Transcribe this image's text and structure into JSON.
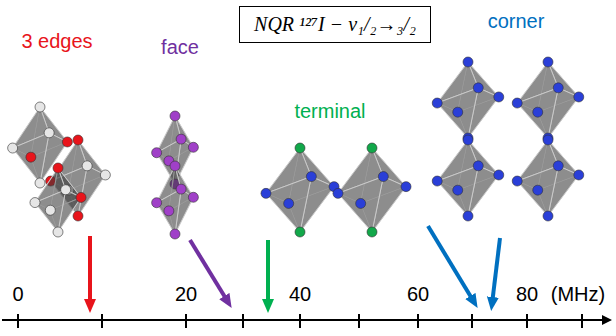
{
  "diagram": {
    "nodes": [
      {
        "text": [
          "NQR ¹²⁷I − ν₁/₂→₃/₂"
        ]
      }
    ],
    "labels": [
      "3 edges",
      "face",
      "terminal",
      "corner",
      "0",
      "20",
      "40",
      "60",
      "80",
      "(MHz)"
    ]
  }
}
